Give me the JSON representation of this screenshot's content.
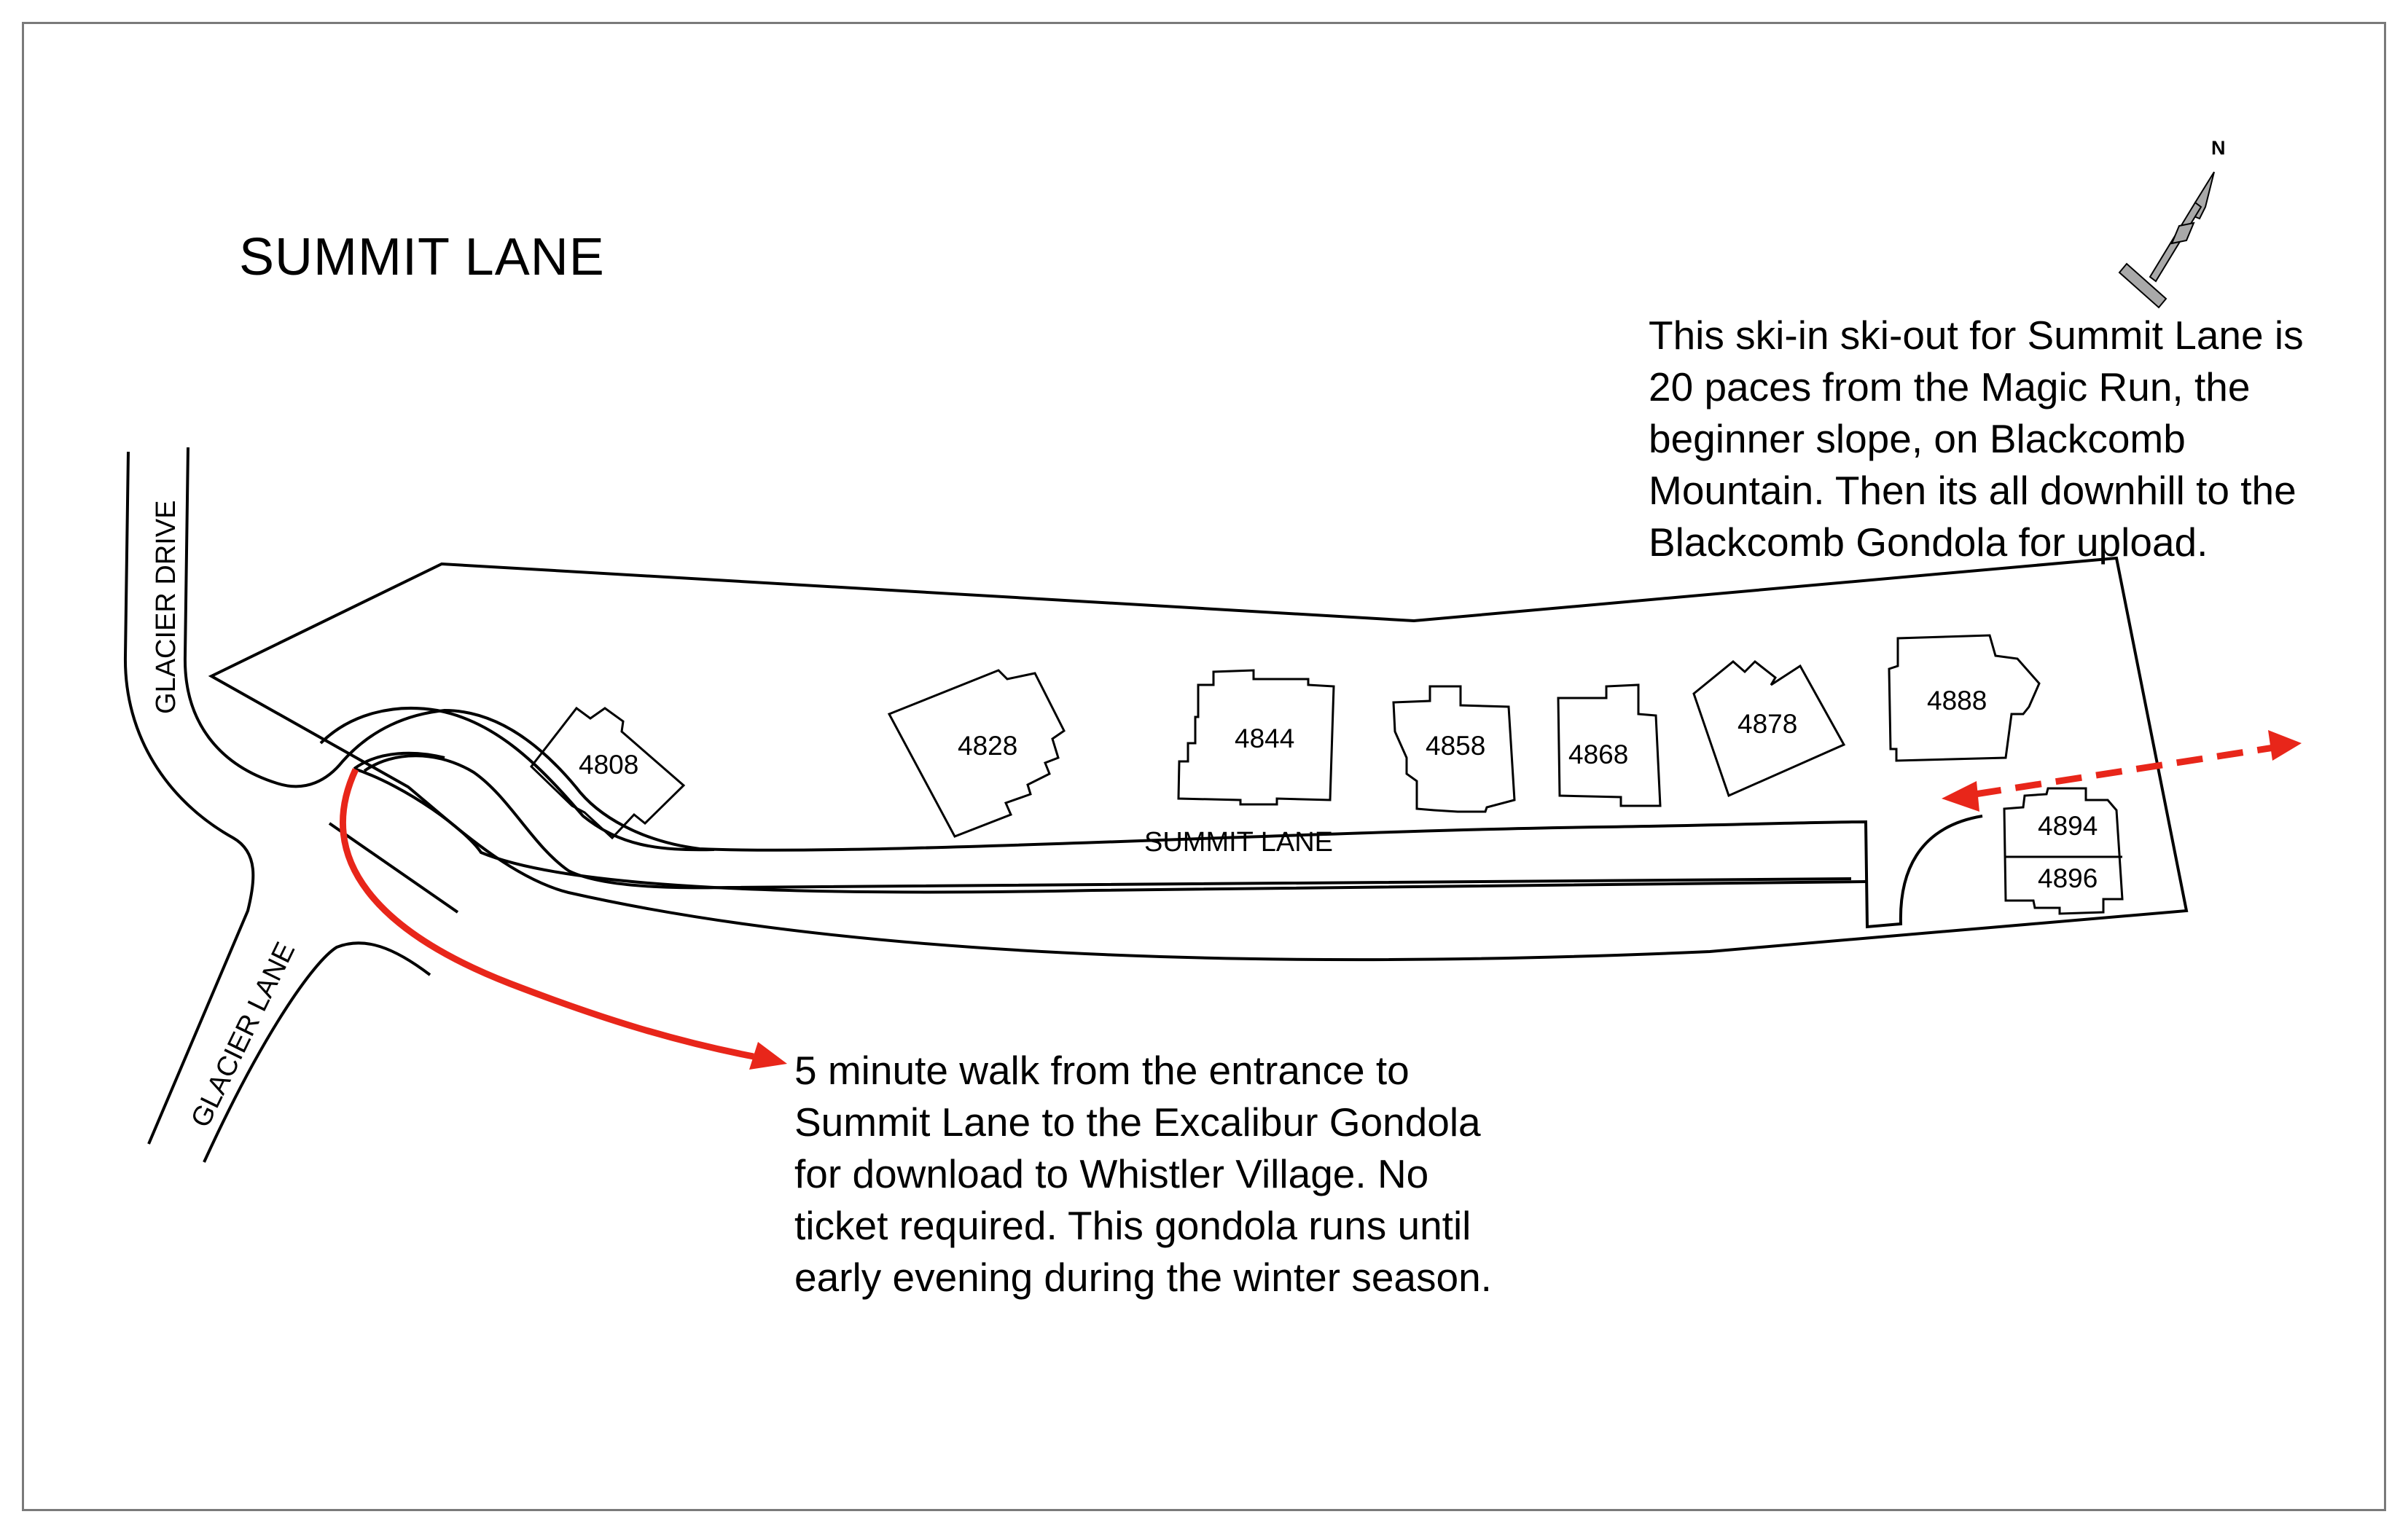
{
  "map": {
    "title": "SUMMIT LANE",
    "compass_label": "N",
    "streets": {
      "glacier_drive": "GLACIER DRIVE",
      "glacier_lane": "GLACIER LANE",
      "summit_lane": "SUMMIT LANE"
    },
    "lots": [
      "4808",
      "4828",
      "4844",
      "4858",
      "4868",
      "4878",
      "4888",
      "4894",
      "4896"
    ],
    "notes": {
      "ski_access": [
        "This ski-in ski-out for Summit Lane is",
        "20 paces from the Magic Run, the",
        "beginner slope, on Blackcomb",
        "Mountain. Then its all downhill to the",
        "Blackcomb Gondola for upload."
      ],
      "gondola_walk": [
        "5 minute walk from the entrance to",
        "Summit Lane to the Excalibur Gondola",
        "for download to Whistler Village. No",
        "ticket required. This gondola runs until",
        "early evening during the winter season."
      ]
    },
    "colors": {
      "route_arrow": "#e8261a",
      "outline": "#000000",
      "frame": "#7a7a7a",
      "compass_fill": "#a9a9a9"
    },
    "icons": [
      "compass-north-arrow-icon",
      "walk-route-arrow-icon",
      "ski-access-double-arrow-icon"
    ]
  }
}
